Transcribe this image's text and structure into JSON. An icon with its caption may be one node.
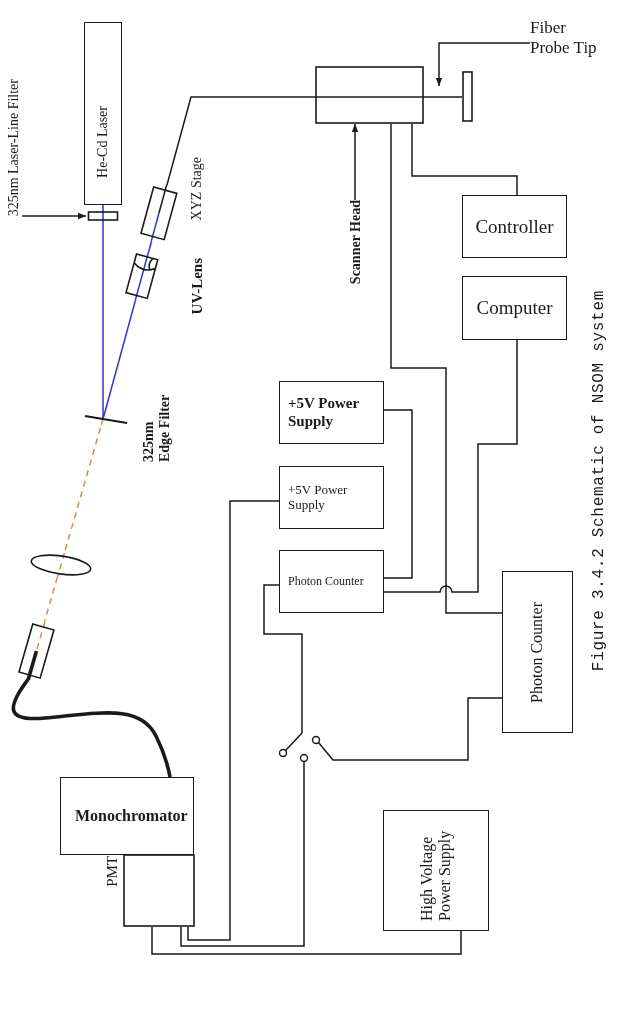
{
  "diagram": {
    "caption": "Figure 3.4.2 Schematic of NSOM system",
    "nodes": [
      {
        "text": [
          "325nm Laser-Line Filter"
        ]
      },
      {
        "text": [
          "He-Cd Laser"
        ]
      },
      {
        "text": [],
        "shape": "box"
      },
      {
        "text": [],
        "shape": "box",
        "beside": [
          "XYZ Stage"
        ]
      },
      {
        "text": [],
        "shape": "lens",
        "beside": [
          "UV-Lens"
        ]
      },
      {
        "text": [],
        "shape": "line",
        "beside": [
          "325nm Edge Filter"
        ]
      },
      {
        "text": [
          "Scanner Head"
        ]
      },
      {
        "text": [],
        "shape": "box"
      },
      {
        "text": [
          "Fiber Probe Tip"
        ]
      },
      {
        "text": [],
        "shape": "box"
      },
      {
        "text": [
          "Controller"
        ]
      },
      {
        "text": [
          "Computer"
        ]
      },
      {
        "text": [
          "+5V Power Supply"
        ]
      },
      {
        "text": [
          "+5V Power Supply"
        ]
      },
      {
        "text": [
          "Photon Counter"
        ]
      },
      {
        "text": [
          "Photon Counter"
        ]
      },
      {
        "text": [],
        "shape": "ellipse"
      },
      {
        "text": [],
        "shape": "box"
      },
      {
        "text": [],
        "shape": "switch"
      },
      {
        "text": [
          "Monochromator"
        ]
      },
      {
        "text": [],
        "shape": "box",
        "beside": [
          "PMT"
        ]
      },
      {
        "text": [
          "High Voltage Power Supply"
        ]
      }
    ],
    "edges": [
      {
        "from": 0,
        "to": 2,
        "arrow": "to"
      },
      {
        "from": 1,
        "to": 2,
        "arrow": "none",
        "color": "#2e31c9"
      },
      {
        "from": 2,
        "to": 5,
        "arrow": "none",
        "color": "#2e31c9"
      },
      {
        "from": 5,
        "to": 4,
        "arrow": "none",
        "color": "#2e31c9"
      },
      {
        "from": 4,
        "to": 3,
        "arrow": "none",
        "color": "#2e31c9"
      },
      {
        "from": 3,
        "to": 7,
        "arrow": "none"
      },
      {
        "from": 7,
        "to": 9,
        "arrow": "none"
      },
      {
        "from": 6,
        "to": 7,
        "arrow": "to"
      },
      {
        "from": 8,
        "to": 7,
        "arrow": "to"
      },
      {
        "from": 7,
        "to": 10,
        "arrow": "none"
      },
      {
        "from": 7,
        "to": 15,
        "arrow": "none"
      },
      {
        "from": 12,
        "to": 14,
        "arrow": "none"
      },
      {
        "from": 14,
        "to": 11,
        "arrow": "none"
      },
      {
        "from": 5,
        "to": 16,
        "arrow": "none",
        "style": "dashed",
        "color": "#e0893b"
      },
      {
        "from": 16,
        "to": 17,
        "arrow": "none",
        "style": "dashed",
        "color": "#e0893b"
      },
      {
        "from": 17,
        "to": 19,
        "arrow": "none",
        "style": "thick"
      },
      {
        "from": 14,
        "to": 18,
        "arrow": "none"
      },
      {
        "from": 18,
        "to": 15,
        "arrow": "none"
      },
      {
        "from": 20,
        "to": 18,
        "arrow": "none"
      },
      {
        "from": 20,
        "to": 13,
        "arrow": "none"
      },
      {
        "from": 20,
        "to": 21,
        "arrow": "none"
      }
    ]
  }
}
